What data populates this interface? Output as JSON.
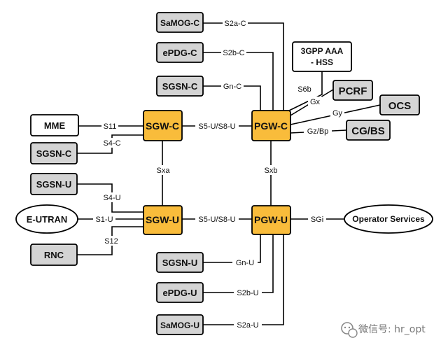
{
  "colors": {
    "gateway_fill": "#f9bc3b",
    "node_fill": "#d4d4d4",
    "plain_fill": "#ffffff",
    "line": "#000000",
    "watermark": "#777777"
  },
  "nodes": {
    "samog_c": "SaMOG-C",
    "epdg_c": "ePDG-C",
    "sgsn_c_top": "SGSN-C",
    "aaa_hss_line1": "3GPP AAA",
    "aaa_hss_line2": "- HSS",
    "pcrf": "PCRF",
    "ocs": "OCS",
    "cg_bs": "CG/BS",
    "mme": "MME",
    "sgsn_c_left": "SGSN-C",
    "sgw_c": "SGW-C",
    "pgw_c": "PGW-C",
    "sgsn_u_left": "SGSN-U",
    "e_utran": "E-UTRAN",
    "rnc": "RNC",
    "sgw_u": "SGW-U",
    "pgw_u": "PGW-U",
    "operator_services": "Operator Services",
    "sgsn_u_bottom": "SGSN-U",
    "epdg_u": "ePDG-U",
    "samog_u": "SaMOG-U"
  },
  "interfaces": {
    "s2a_c": "S2a-C",
    "s2b_c": "S2b-C",
    "gn_c": "Gn-C",
    "s6b": "S6b",
    "gx": "Gx",
    "gy": "Gy",
    "gz_bp": "Gz/Bp",
    "s11": "S11",
    "s4_c": "S4-C",
    "s5_s8_u_top": "S5-U/S8-U",
    "sxa": "Sxa",
    "sxb": "Sxb",
    "s4_u": "S4-U",
    "s1_u": "S1-U",
    "s12": "S12",
    "s5_s8_u_bottom": "S5-U/S8-U",
    "sgi": "SGi",
    "gn_u": "Gn-U",
    "s2b_u": "S2b-U",
    "s2a_u": "S2a-U"
  },
  "watermark": {
    "icon": "wechat-icon",
    "text": "微信号: hr_opt"
  }
}
